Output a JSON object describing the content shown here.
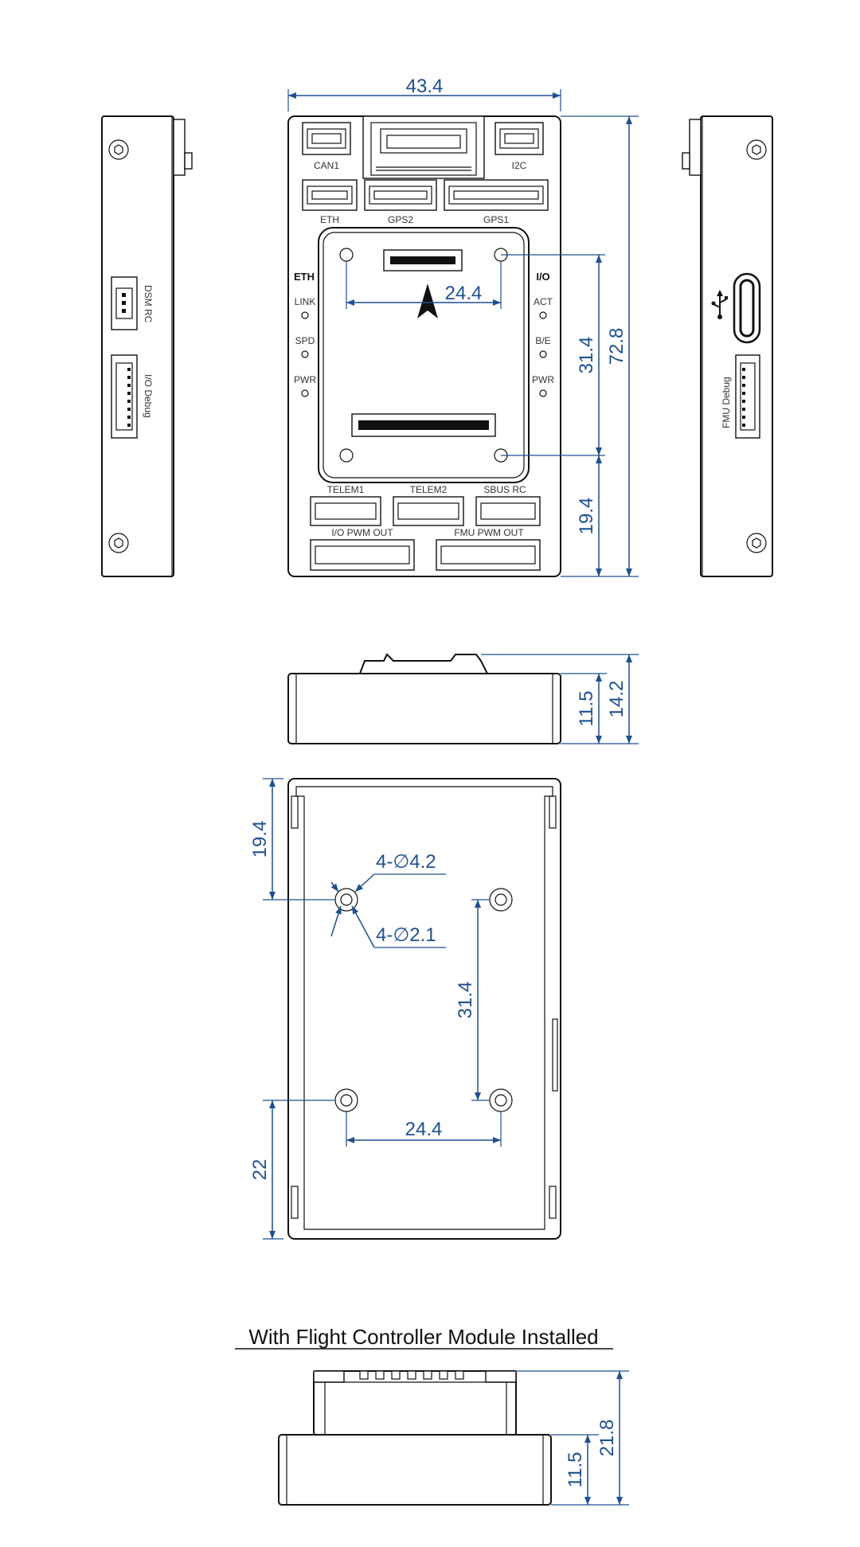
{
  "dimensions": {
    "width": "43.4",
    "height": "72.8",
    "hole_span_x": "24.4",
    "hole_span_y": "31.4",
    "bottom_offset": "19.4",
    "side_body_height": "11.5",
    "side_total_height": "14.2",
    "bottom_top_offset": "19.4",
    "bottom_hole_span_y": "31.4",
    "bottom_hole_span_x": "24.4",
    "bottom_lower_offset": "22",
    "hole_outer": "4-∅4.2",
    "hole_inner": "4-∅2.1",
    "installed_body_height": "11.5",
    "installed_total_height": "21.8"
  },
  "connectors": {
    "can1": "CAN1",
    "i2c": "I2C",
    "eth": "ETH",
    "gps2": "GPS2",
    "gps1": "GPS1",
    "telem1": "TELEM1",
    "telem2": "TELEM2",
    "sbus_rc": "SBUS RC",
    "io_pwm_out": "I/O PWM OUT",
    "fmu_pwm_out": "FMU PWM OUT",
    "dsm_rc": "DSM RC",
    "io_debug": "I/O Debug",
    "fmu_debug": "FMU Debug"
  },
  "leds": {
    "eth_heading": "ETH",
    "io_heading": "I/O",
    "link": "LINK",
    "spd": "SPD",
    "pwr_left": "PWR",
    "act": "ACT",
    "be": "B/E",
    "pwr_right": "PWR"
  },
  "section_title": "With Flight Controller Module Installed"
}
